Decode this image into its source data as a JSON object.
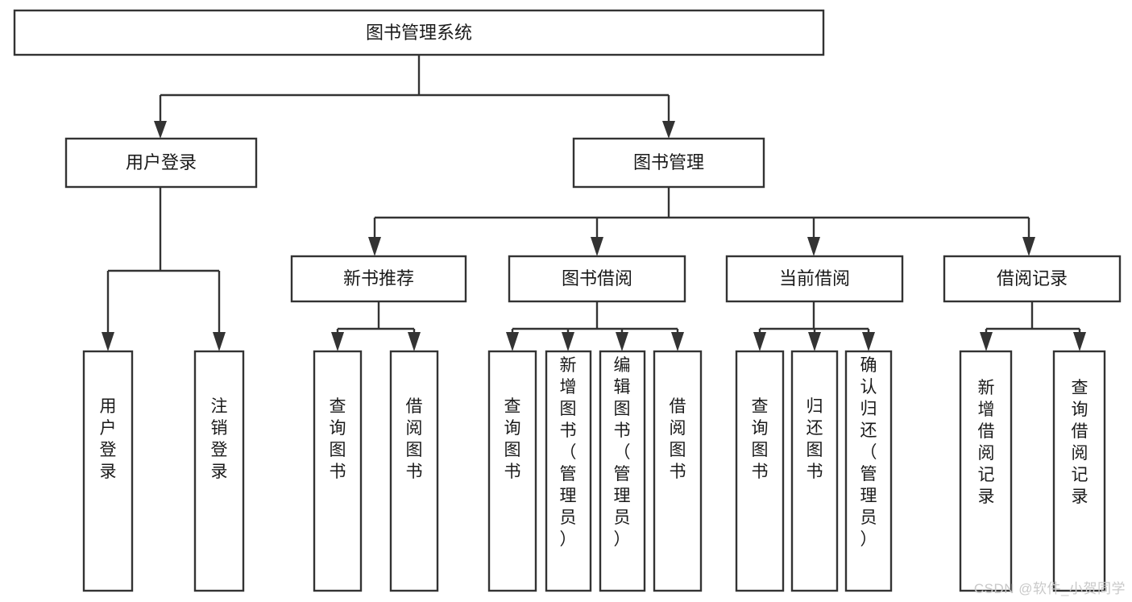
{
  "diagram": {
    "title": "图书管理系统",
    "watermark": "CSDN @软件_小贺同学",
    "root": {
      "label": "图书管理系统"
    },
    "level1": [
      {
        "label": "用户登录"
      },
      {
        "label": "图书管理"
      }
    ],
    "level2": [
      {
        "label": "新书推荐"
      },
      {
        "label": "图书借阅"
      },
      {
        "label": "当前借阅"
      },
      {
        "label": "借阅记录"
      }
    ],
    "leaves": {
      "user_login": [
        {
          "label": "用户登录"
        },
        {
          "label": "注销登录"
        }
      ],
      "new_book_recommend": [
        {
          "label": "查询图书"
        },
        {
          "label": "借阅图书"
        }
      ],
      "book_borrow": [
        {
          "label": "查询图书"
        },
        {
          "label": "新增图书（管理员）"
        },
        {
          "label": "编辑图书（管理员）"
        },
        {
          "label": "借阅图书"
        }
      ],
      "current_borrow": [
        {
          "label": "查询图书"
        },
        {
          "label": "归还图书"
        },
        {
          "label": "确认归还（管理员）"
        }
      ],
      "borrow_record": [
        {
          "label": "新增借阅记录"
        },
        {
          "label": "查询借阅记录"
        }
      ]
    },
    "colors": {
      "box_stroke": "#333333",
      "box_fill": "#ffffff",
      "text": "#1a1a1a",
      "watermark": "#c9c9c9"
    }
  }
}
